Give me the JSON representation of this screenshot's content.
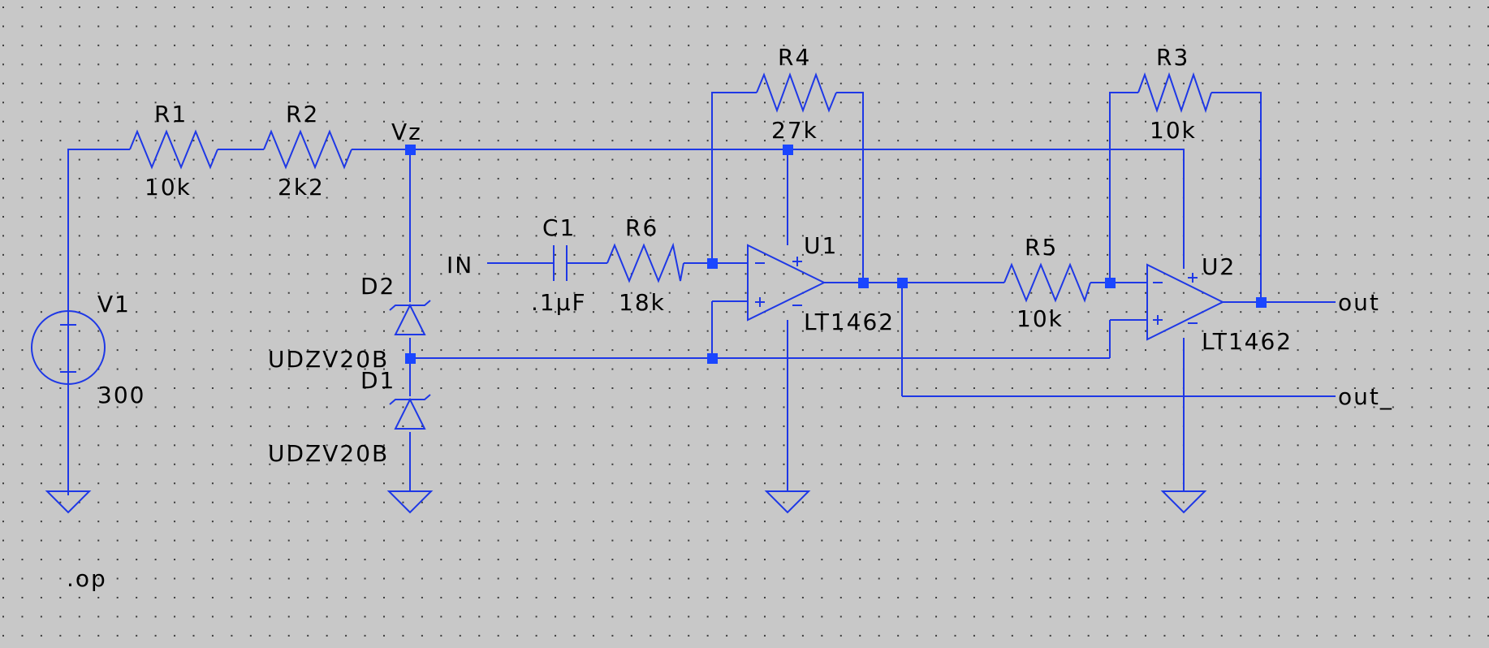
{
  "colors": {
    "background": "#c8c8c8",
    "wire": "#1e38e6",
    "junction": "#1a46ff",
    "grid": "#3a3a3a",
    "text": "#000000"
  },
  "components": {
    "r1": {
      "name": "R1",
      "value": "10k"
    },
    "r2": {
      "name": "R2",
      "value": "2k2"
    },
    "r3": {
      "name": "R3",
      "value": "10k"
    },
    "r4": {
      "name": "R4",
      "value": "27k"
    },
    "r5": {
      "name": "R5",
      "value": "10k"
    },
    "r6": {
      "name": "R6",
      "value": "18k"
    },
    "c1": {
      "name": "C1",
      "value": ".1µF"
    },
    "v1": {
      "name": "V1",
      "value": "300"
    },
    "d1": {
      "name": "D1",
      "value": "UDZV20B"
    },
    "d2": {
      "name": "D2",
      "value": "UDZV20B"
    },
    "u1": {
      "name": "U1",
      "value": "LT1462"
    },
    "u2": {
      "name": "U2",
      "value": "LT1462"
    }
  },
  "nets": {
    "vz": "Vz",
    "in": "IN",
    "out": "out",
    "out_": "out_"
  },
  "pin_marks": {
    "plus": "+",
    "minus": "-"
  },
  "directive": ".op"
}
